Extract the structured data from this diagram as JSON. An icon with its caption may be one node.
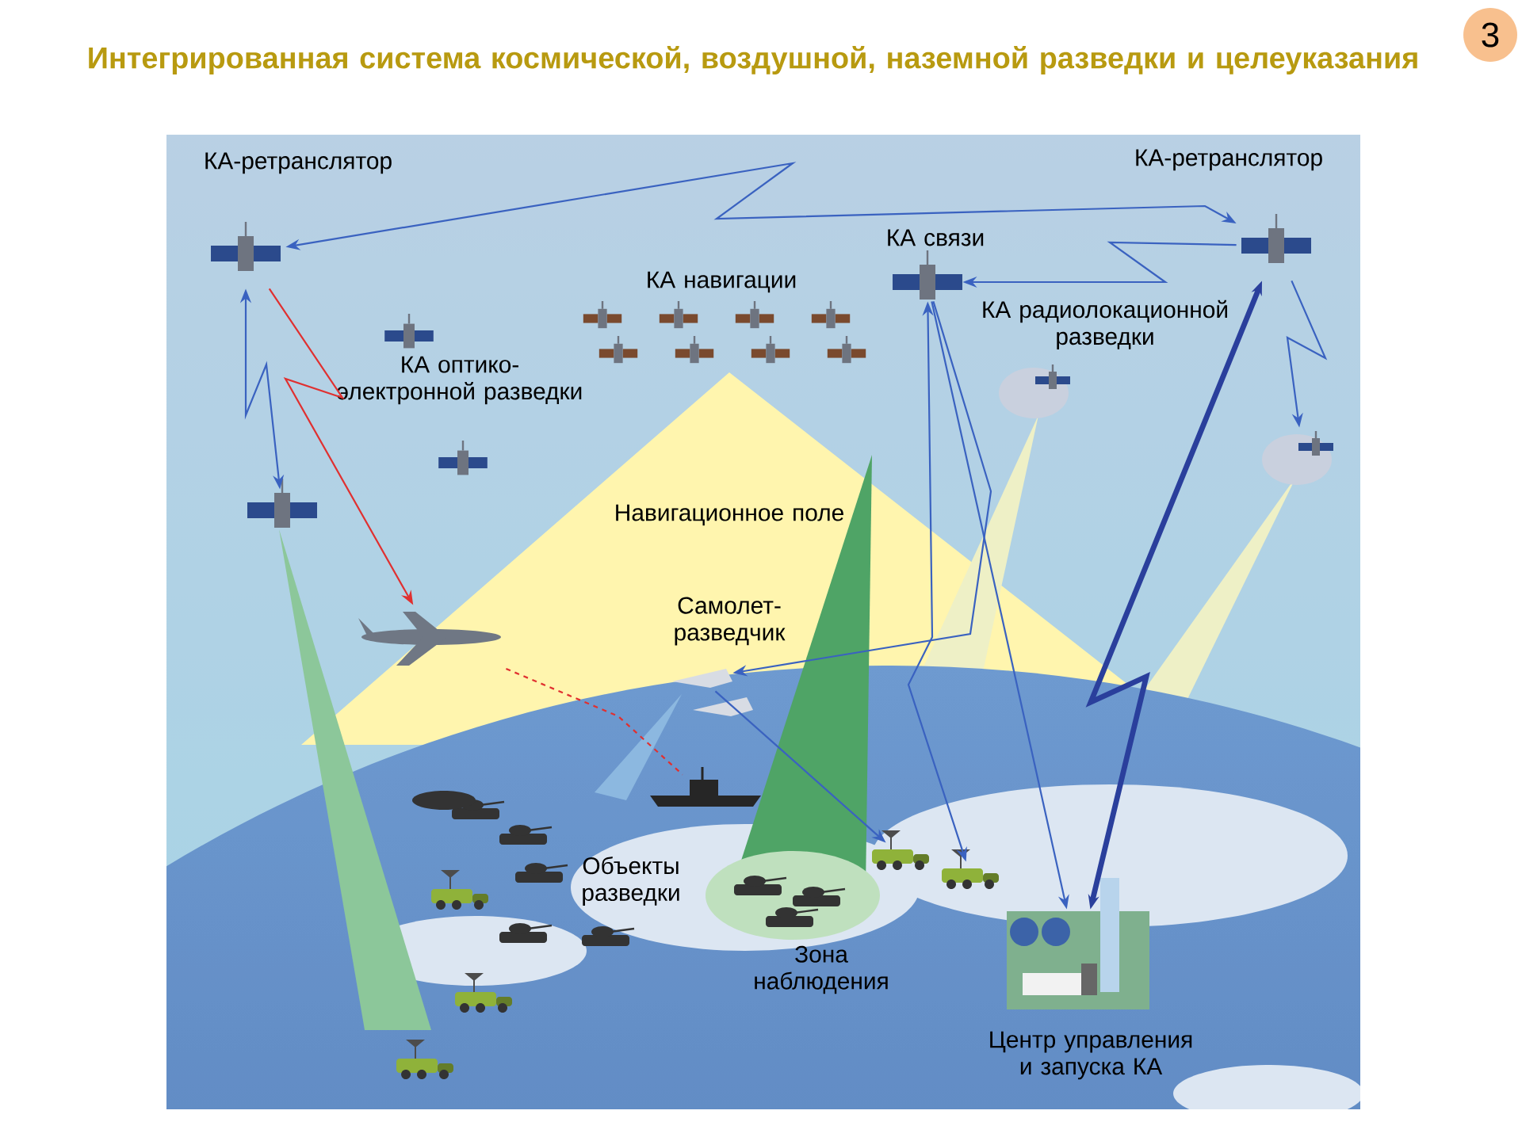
{
  "diagram": {
    "title": "Интегрированная система космической, воздушной, наземной разведки и целеуказания",
    "nodes": [
      {
        "text": [
          "КА-ретранслятор"
        ]
      },
      {
        "text": [
          "КА-ретранслятор"
        ]
      },
      {
        "text": [
          "КА связи"
        ]
      },
      {
        "text": [
          "КА радиолокационной разведки"
        ]
      },
      {
        "text": [
          "КА навигации"
        ]
      },
      {
        "text": [
          "КА оптико-электронной разведки"
        ]
      },
      {
        "text": [],
        "shape": "picture"
      },
      {
        "text": [],
        "shape": "picture"
      },
      {
        "text": [],
        "shape": "picture"
      },
      {
        "text": [
          "Самолет-разведчик"
        ]
      },
      {
        "text": [],
        "shape": "picture"
      },
      {
        "text": [
          "Объекты разведки"
        ]
      },
      {
        "text": [],
        "shape": "picture"
      },
      {
        "text": [],
        "shape": "picture"
      },
      {
        "text": [
          "Центр управления и запуска КА"
        ]
      }
    ],
    "edges": [
      {
        "from": 1,
        "to": 0,
        "arrow": "both"
      },
      {
        "from": 0,
        "to": 6,
        "arrow": "both"
      },
      {
        "from": 0,
        "to": 8,
        "arrow": "to",
        "color": "#e03030"
      },
      {
        "from": 8,
        "to": 10,
        "arrow": "none",
        "style": "dashed",
        "color": "#e03030"
      },
      {
        "from": 1,
        "to": 2,
        "arrow": "to"
      },
      {
        "from": 1,
        "to": 7,
        "arrow": "to"
      },
      {
        "from": 14,
        "to": 1,
        "arrow": "both",
        "style": "thick",
        "color": "#2a3f9c"
      },
      {
        "from": 2,
        "to": 14,
        "arrow": "to"
      },
      {
        "from": 13,
        "to": 2,
        "arrow": "both"
      },
      {
        "from": 2,
        "to": 9,
        "arrow": "to"
      },
      {
        "from": 9,
        "to": 12,
        "arrow": "to"
      }
    ],
    "labels": [
      "3",
      "Навигационное поле",
      "Зона наблюдения"
    ]
  }
}
